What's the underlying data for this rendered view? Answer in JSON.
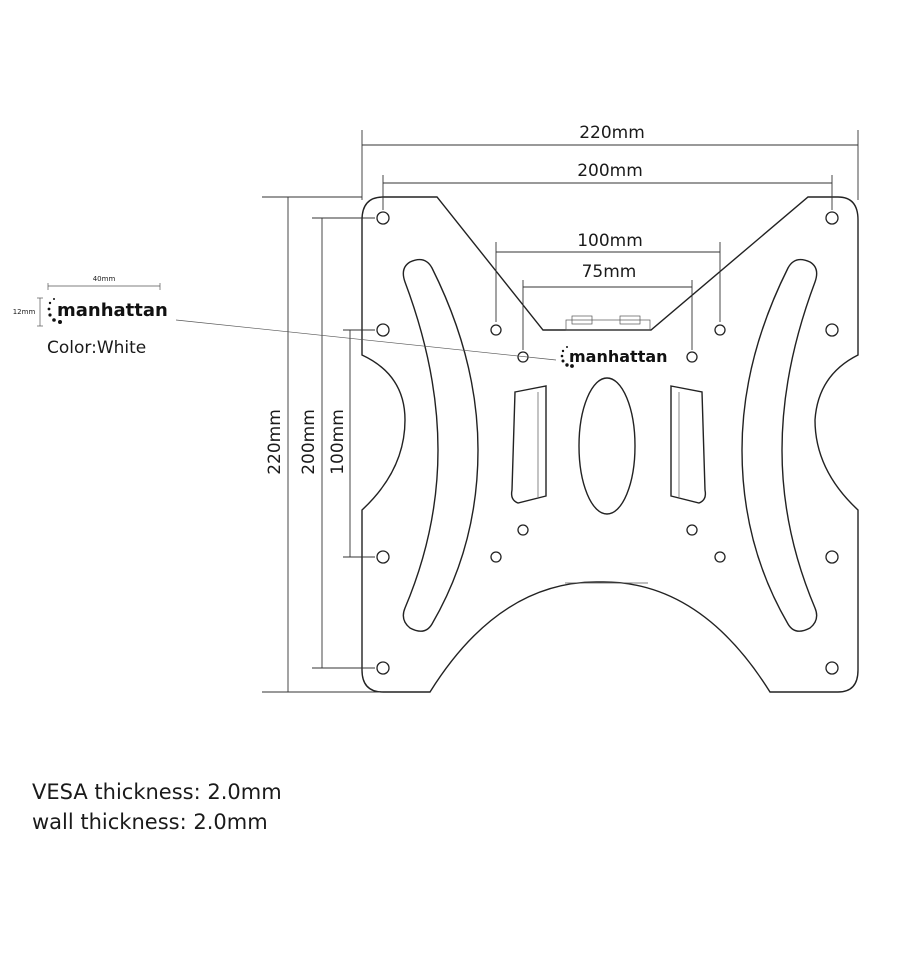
{
  "dimensions": {
    "width_outer": "220mm",
    "width_vesa_large": "200mm",
    "width_vesa_mid": "100mm",
    "width_vesa_small": "75mm",
    "height_outer": "220mm",
    "height_vesa_large": "200mm",
    "height_vesa_mid": "100mm"
  },
  "logo_inset": {
    "width_label": "40mm",
    "height_label": "12mm",
    "brand": "manhattan",
    "color_label": "Color:White"
  },
  "plate_logo": {
    "brand": "manhattan"
  },
  "specs": {
    "vesa_thickness": "VESA thickness: 2.0mm",
    "wall_thickness": "wall thickness: 2.0mm"
  }
}
